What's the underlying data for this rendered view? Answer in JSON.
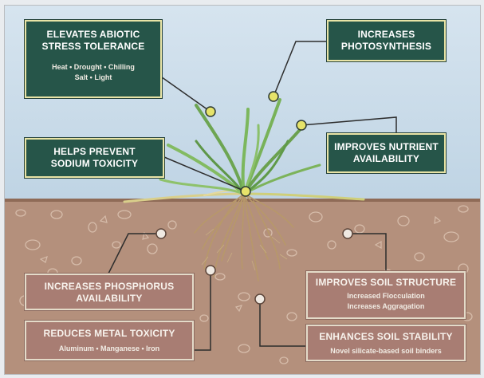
{
  "boxes": {
    "abiotic": {
      "title_line1": "ELEVATES ABIOTIC",
      "title_line2": "STRESS TOLERANCE",
      "sub_line1": "Heat • Drought • Chilling",
      "sub_line2": "Salt • Light"
    },
    "photosynthesis": {
      "title_line1": "INCREASES",
      "title_line2": "PHOTOSYNTHESIS"
    },
    "sodium": {
      "title_line1": "HELPS PREVENT",
      "title_line2": "SODIUM TOXICITY"
    },
    "nutrient": {
      "title_line1": "IMPROVES NUTRIENT",
      "title_line2": "AVAILABILITY"
    },
    "phosphorus": {
      "title_line1": "INCREASES PHOSPHORUS",
      "title_line2": "AVAILABILITY"
    },
    "soil_structure": {
      "title": "IMPROVES SOIL STRUCTURE",
      "sub_line1": "Increased Flocculation",
      "sub_line2": "Increases Aggragation"
    },
    "metal": {
      "title": "REDUCES METAL TOXICITY",
      "sub": "Aluminum • Manganese • Iron"
    },
    "soil_stability": {
      "title": "ENHANCES SOIL STABILITY",
      "sub": "Novel silicate-based soil binders"
    }
  },
  "colors": {
    "sky": "#c8dbe9",
    "soil": "#b4907c",
    "green_box": "#265549",
    "brown_box": "#a87d73",
    "leaf": "#7fb35d",
    "root": "#b99b64",
    "callout_dot_plant": "#e6e36a",
    "callout_dot_soil": "#efe9e2"
  }
}
